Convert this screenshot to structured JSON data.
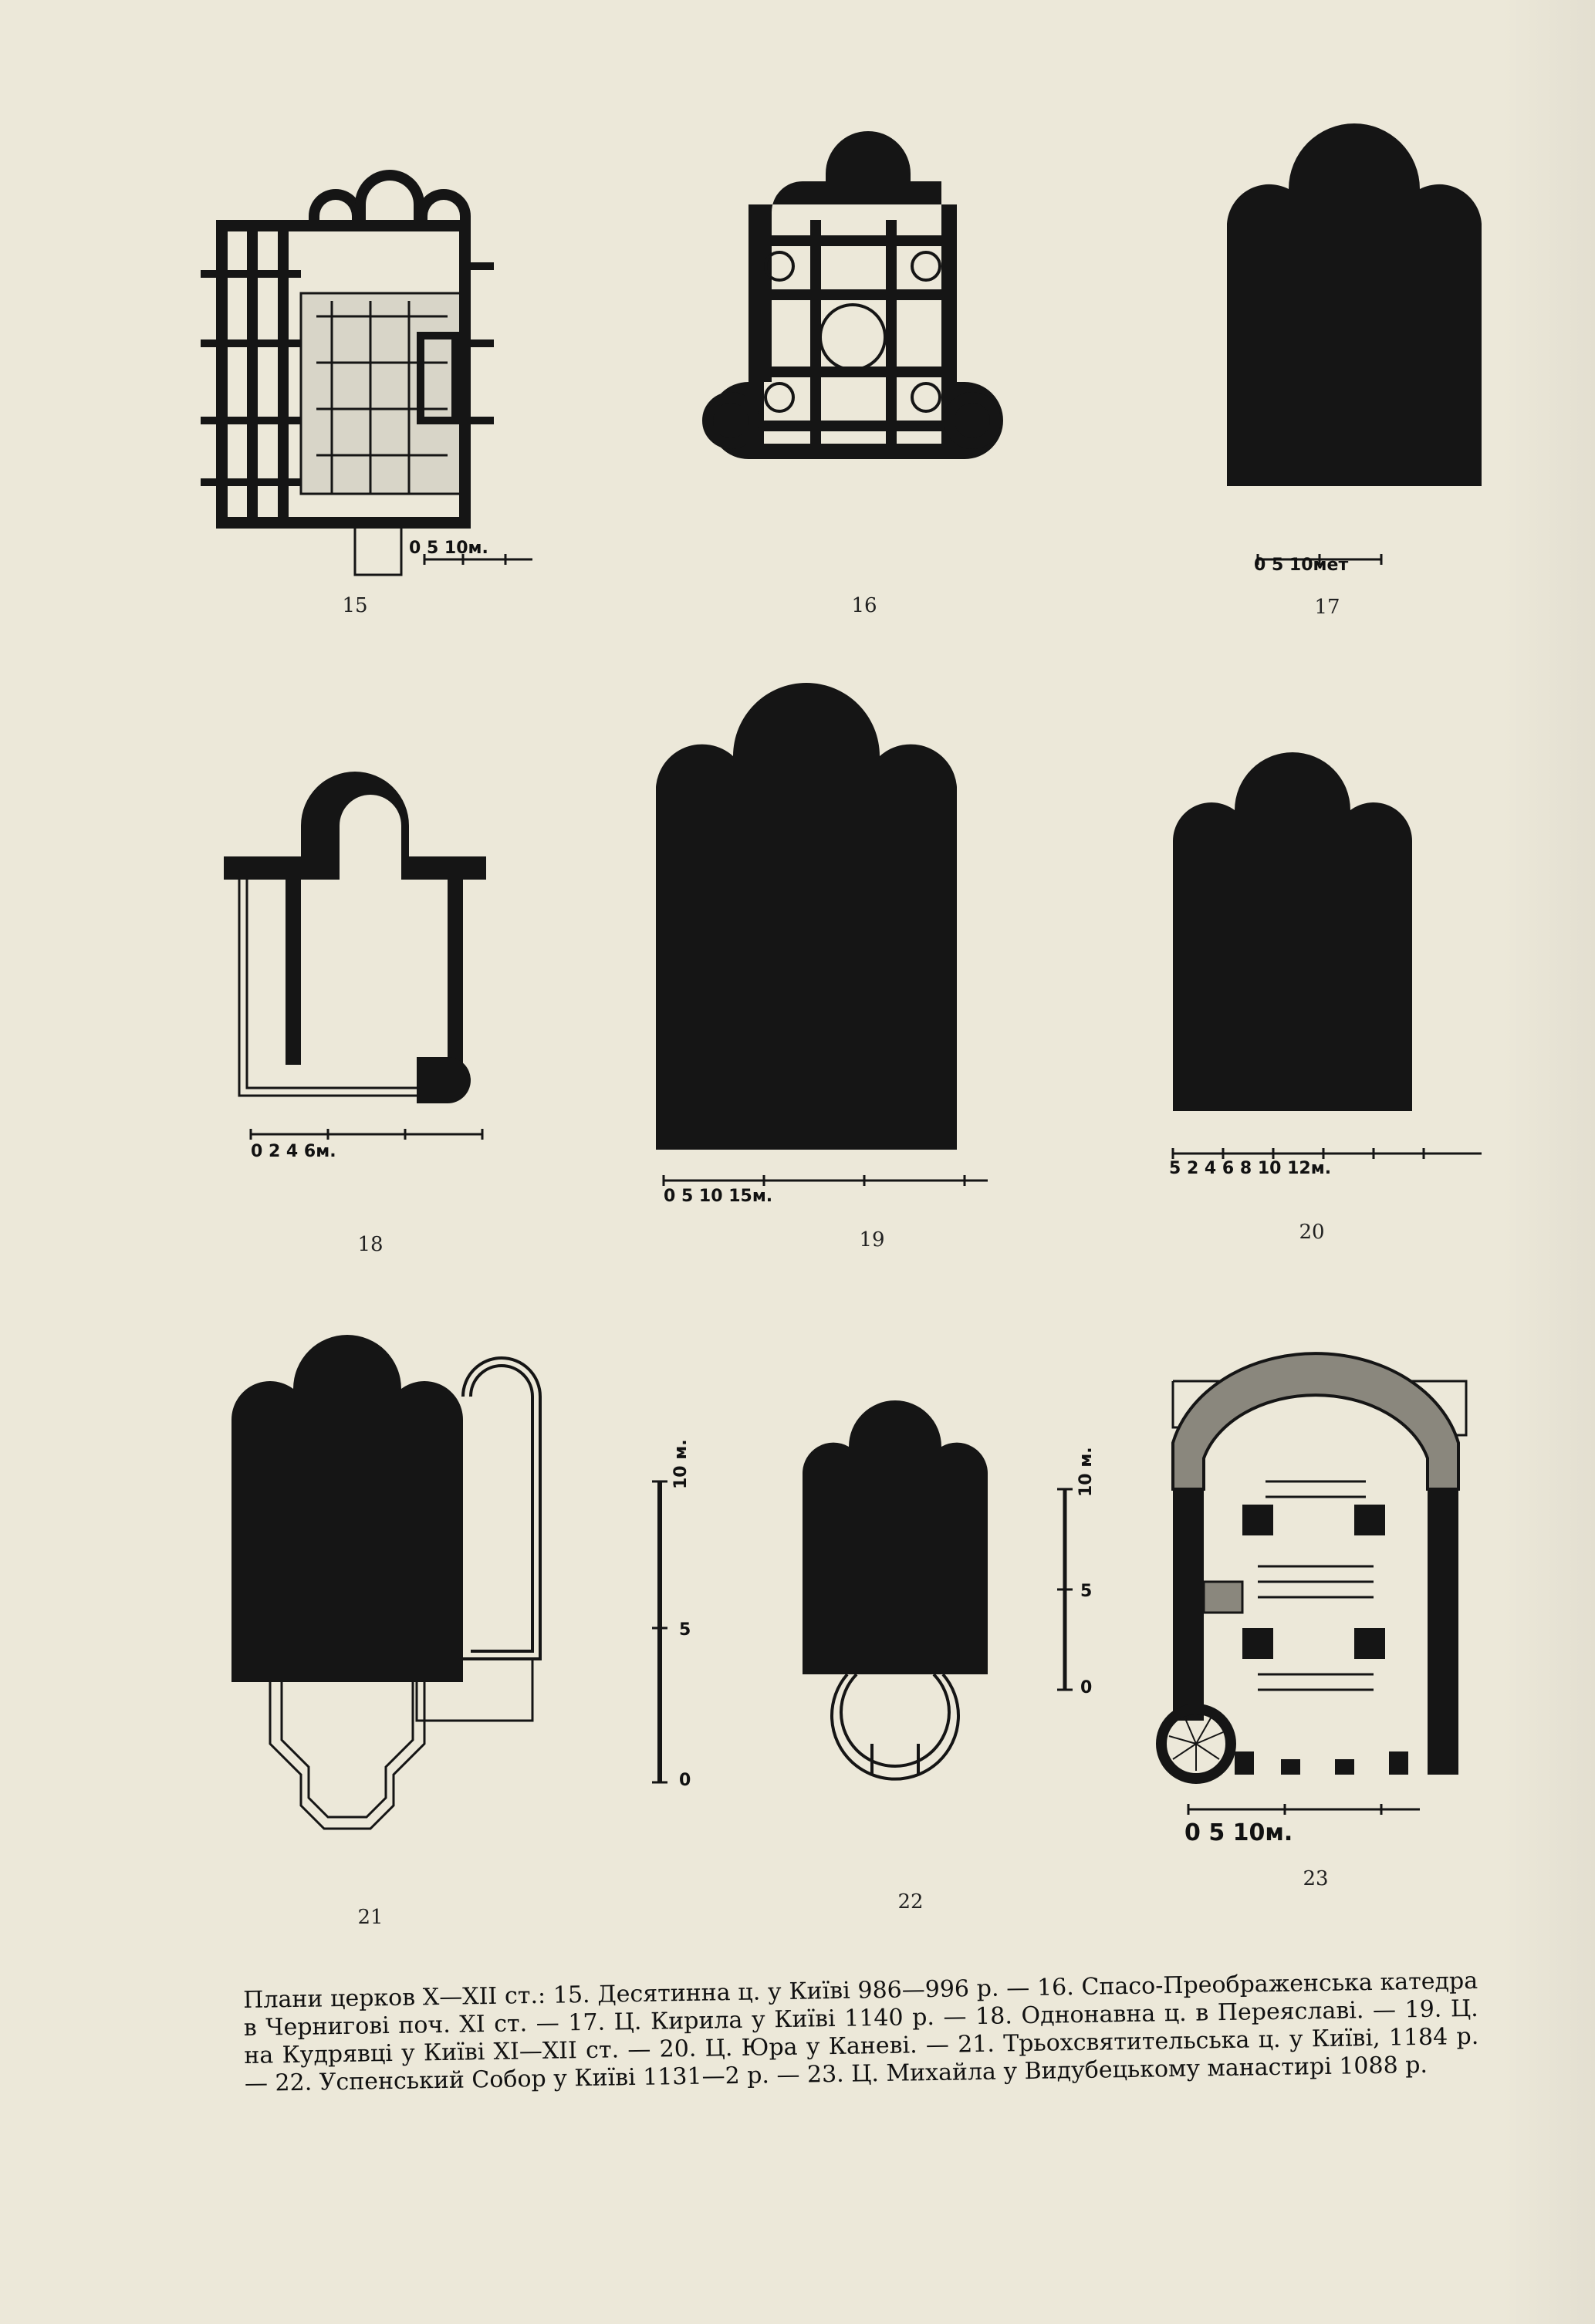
{
  "figures": {
    "f15": {
      "num": "15",
      "scale": "0  5  10м."
    },
    "f16": {
      "num": "16"
    },
    "f17": {
      "num": "17",
      "scale": "0   5   10мет"
    },
    "f18": {
      "num": "18",
      "scale": "0    2    4    6м."
    },
    "f19": {
      "num": "19",
      "scale": "0       5       10      15м."
    },
    "f20": {
      "num": "20",
      "scale": "5  2  4  6  8  10  12м."
    },
    "f21": {
      "num": "21",
      "scale_top": "10 м.",
      "scale_mid": "5",
      "scale_bottom": "0"
    },
    "f22": {
      "num": "22",
      "scale_top": "10 м.",
      "scale_mid": "5",
      "scale_bottom": "0"
    },
    "f23": {
      "num": "23",
      "scale": "0     5     10м."
    }
  },
  "caption": "Плани церков X—XII ст.: 15. Десятинна ц. у Київі 986—996 р. — 16. Спасо-Преображенська катедра в Чернигові поч. XI ст. — 17. Ц. Кирила у Київі 1140 р. — 18. Однонавна ц. в Переяславі. — 19. Ц. на Кудрявці у Київі XI—XII ст. — 20. Ц. Юра у Каневі. — 21. Трьохсвятительська ц. у Київі, 1184 р. — 22. Успенський Собор у Київі 1131—2 р. — 23. Ц. Михайла у Видубецькому манастирі 1088 р.",
  "colors": {
    "paper": "#ece8d9",
    "ink": "#151515"
  }
}
